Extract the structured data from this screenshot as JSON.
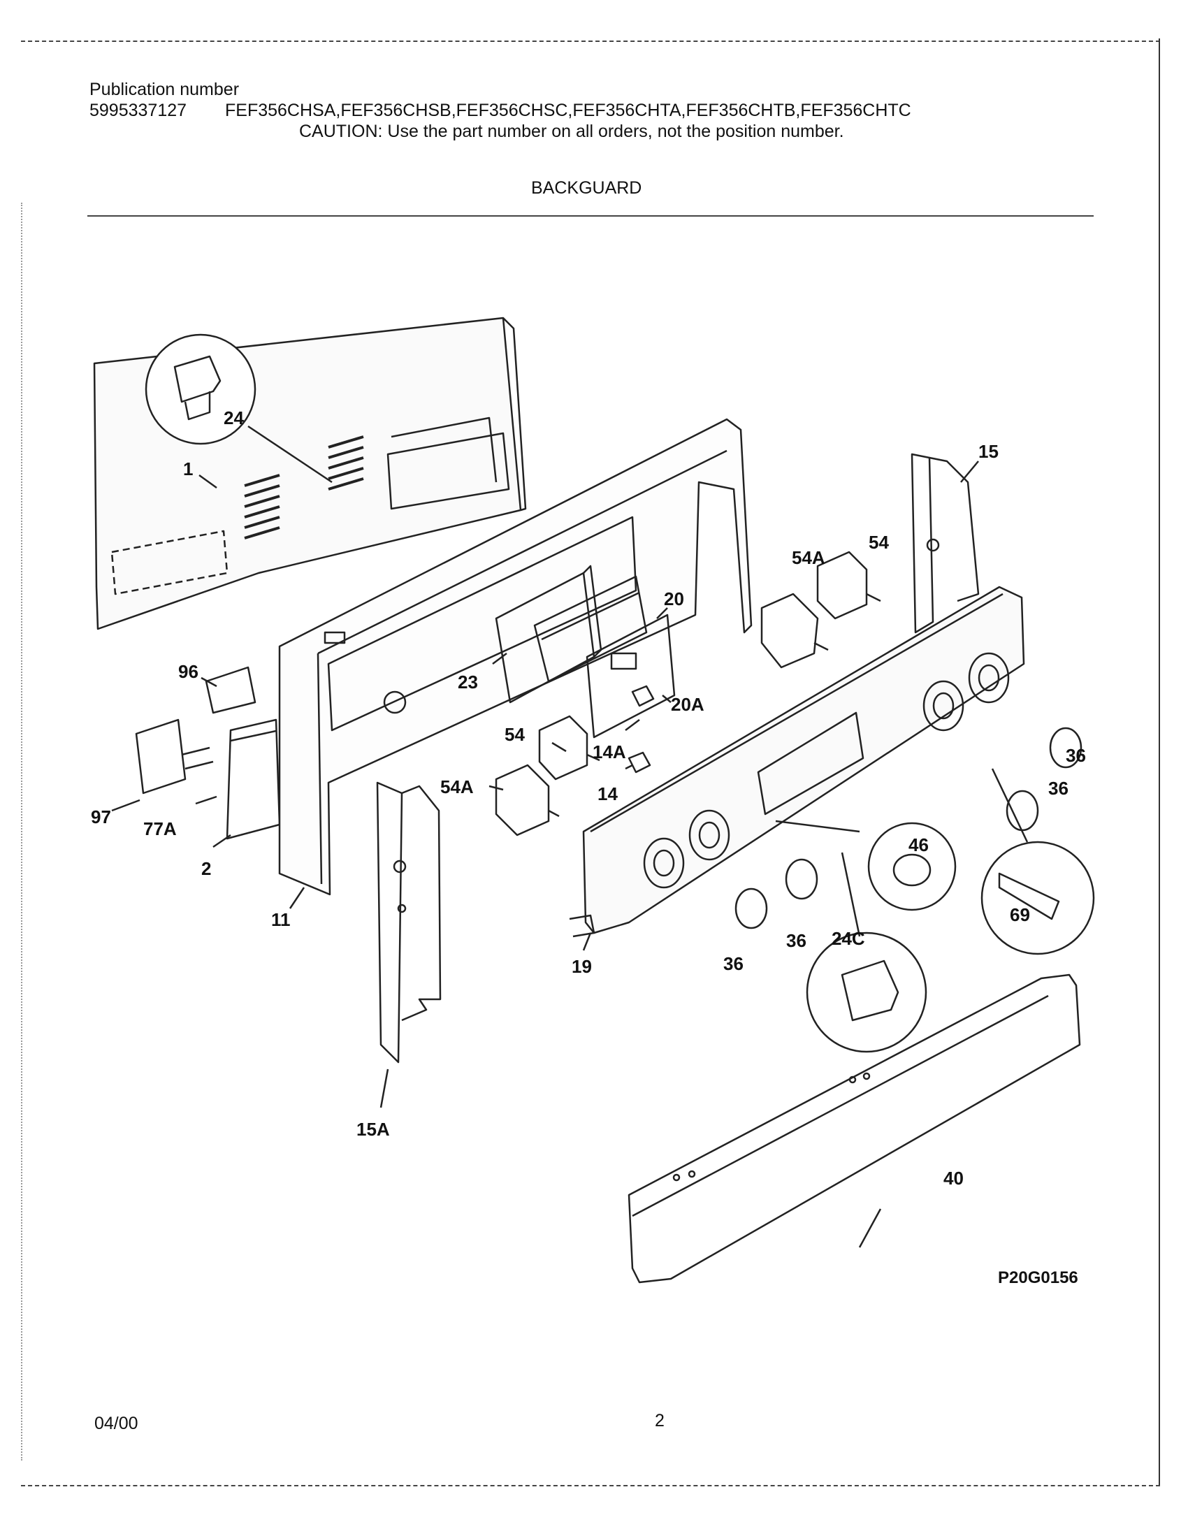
{
  "header": {
    "publication_label": "Publication number",
    "publication_number": "5995337127",
    "models": "FEF356CHSA,FEF356CHSB,FEF356CHSC,FEF356CHTA,FEF356CHTB,FEF356CHTC",
    "caution": "CAUTION:  Use the part number on all orders, not the position number.",
    "section_title": "BACKGUARD"
  },
  "diagram": {
    "drawing_id": "P20G0156",
    "callouts": [
      "24",
      "1",
      "96",
      "97",
      "77A",
      "2",
      "11",
      "15A",
      "23",
      "20",
      "20A",
      "54",
      "54A",
      "14A",
      "14",
      "19",
      "36",
      "46",
      "24C",
      "69",
      "15",
      "40"
    ]
  },
  "footer": {
    "date": "04/00",
    "page_number": "2"
  }
}
